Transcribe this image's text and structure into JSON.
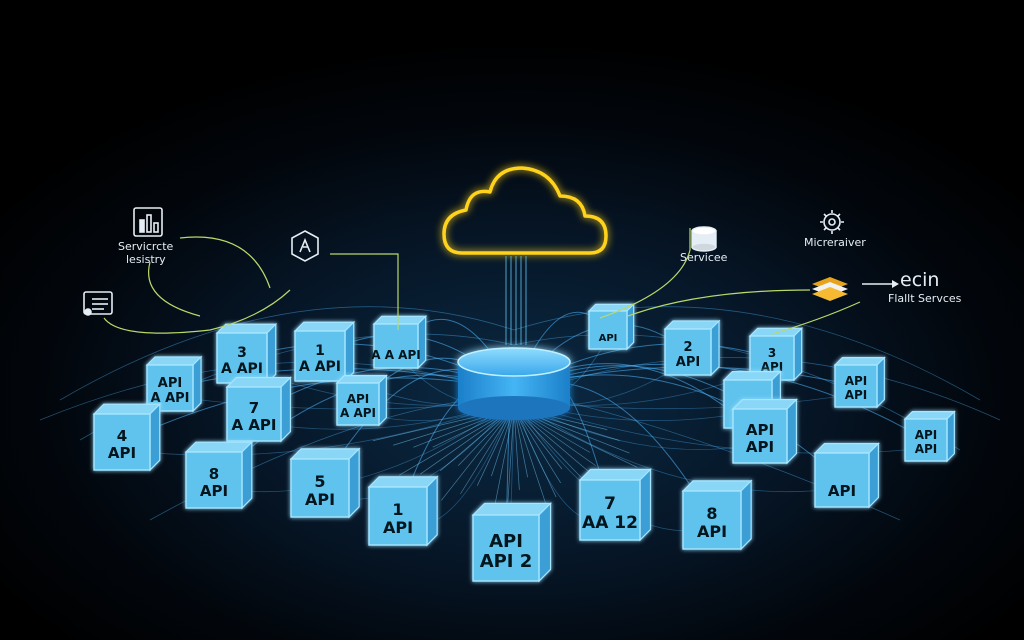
{
  "colors": {
    "background": "#02070d",
    "cube_face": "#5fc3ee",
    "cube_edge": "#a8e6ff",
    "cube_glow": "#2aa8ff",
    "link": "#4db8ff",
    "link_alt": "#b8d86a",
    "cloud": "#ffd21a",
    "hub": "#3fb2ff",
    "label": "#e6eef5"
  },
  "cloud": {
    "icon": "cloud-icon"
  },
  "hub": {
    "icon": "database-cylinder-icon"
  },
  "labels": {
    "service_registry_line1": "Servicrcte",
    "service_registry_line2": "lesistry",
    "services": "Servicee",
    "microservice": "Micreraiver",
    "ecin": "ecin",
    "fault_services": "Flallt Servces"
  },
  "side_icons": [
    {
      "name": "service-registry-icon",
      "icon": "bar-chart-box-icon"
    },
    {
      "name": "document-icon",
      "icon": "clipboard-list-icon"
    },
    {
      "name": "gateway-hex-icon",
      "icon": "hexagon-signal-icon"
    },
    {
      "name": "services-db-icon",
      "icon": "cylinder-icon"
    },
    {
      "name": "microservice-gear-icon",
      "icon": "gear-icon"
    },
    {
      "name": "fault-stack-icon",
      "icon": "stacked-layers-icon"
    }
  ],
  "cubes": [
    {
      "line1": "3",
      "line2": "A API"
    },
    {
      "line1": "1",
      "line2": "A API"
    },
    {
      "line1": "",
      "line2": "A A API"
    },
    {
      "line1": "API",
      "line2": "A API"
    },
    {
      "line1": "7",
      "line2": "A API"
    },
    {
      "line1": "API",
      "line2": "A API"
    },
    {
      "line1": "4",
      "line2": "API"
    },
    {
      "line1": "8",
      "line2": "API"
    },
    {
      "line1": "5",
      "line2": "API"
    },
    {
      "line1": "1",
      "line2": "API"
    },
    {
      "line1": "API",
      "line2": "API 2"
    },
    {
      "line1": "7",
      "line2": "AA 12"
    },
    {
      "line1": "8",
      "line2": "API"
    },
    {
      "line1": "",
      "line2": "API"
    },
    {
      "line1": "2",
      "line2": "API"
    },
    {
      "line1": "3",
      "line2": "API"
    },
    {
      "line1": "",
      "line2": ""
    },
    {
      "line1": "API",
      "line2": "API"
    },
    {
      "line1": "API",
      "line2": "API"
    },
    {
      "line1": "",
      "line2": "API"
    },
    {
      "line1": "API",
      "line2": "API"
    }
  ]
}
